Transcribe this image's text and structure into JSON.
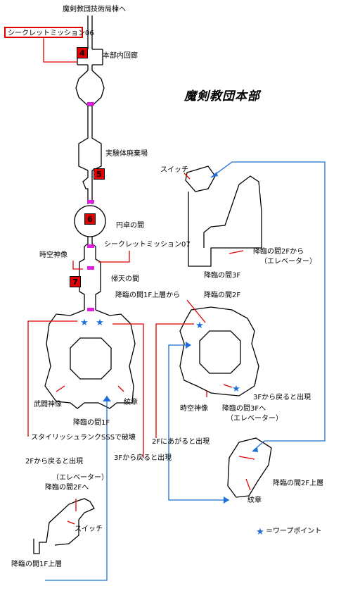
{
  "title": "魔剣教団本部",
  "colors": {
    "wall": "#000000",
    "route": "#e00000",
    "warp": "#1e6fd9",
    "door": "#e020e0",
    "marker": "#e00000"
  },
  "labels": {
    "top_exit": "魔剣教団技術局棟へ",
    "secret06": "シークレットミッション06",
    "corridor": "本部内回廊",
    "disposal": "実験体廃棄場",
    "round_table": "円卓の間",
    "secret07": "シークレットミッション07",
    "jikuu_statue": "時空神像",
    "kiten": "帰天の間",
    "buto_statue": "武闘神像",
    "koudou_1f": "降臨の間1F",
    "stylish": "スタイリッシュランクSSSで破壊",
    "appear_from_2f": "2Fから戻ると出現",
    "appear_from_3f_left": "3Fから戻ると出現",
    "emblem_left": "紋章",
    "appear_up_2f": "2Fにあがると出現",
    "switch_top": "スイッチ",
    "from_2f_elevator_1": "降臨の間2Fから",
    "from_2f_elevator_2": "（エレベーター）",
    "koudou_3f": "降臨の間3F",
    "from_1f_upper": "降臨の間1F上層から",
    "koudou_2f": "降臨の間2F",
    "appear_from_3f_right": "3Fから戻ると出現",
    "jikuu_statue_2": "時空神像",
    "to_3f_1": "降臨の間3Fへ",
    "to_3f_2": "（エレベーター）",
    "koudou_2f_upper": "降臨の間2F上層",
    "emblem_right": "紋章",
    "elevator_bl": "（エレベーター）",
    "to_2f_bl": "降臨の間2Fへ",
    "switch_bl": "スイッチ",
    "koudou_1f_upper": "降臨の間1F上層",
    "legend": "＝ワープポイント"
  },
  "markers": [
    "4",
    "5",
    "6",
    "7"
  ]
}
